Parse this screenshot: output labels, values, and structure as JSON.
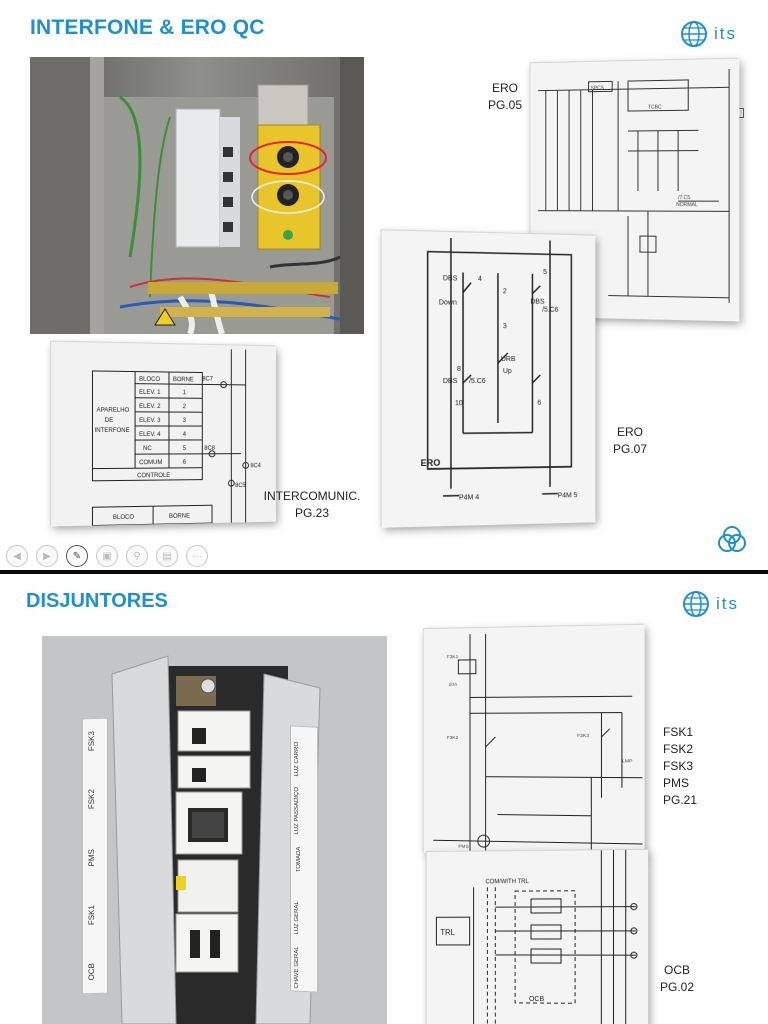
{
  "slide1": {
    "title": "INTERFONE & ERO  QC",
    "logo_text": "its",
    "captions": {
      "ero_pg05_line1": "ERO",
      "ero_pg05_line2": "PG.05",
      "ero_pg07_line1": "ERO",
      "ero_pg07_line2": "PG.07",
      "intercom_line1": "INTERCOMUNIC.",
      "intercom_line2": "PG.23"
    },
    "intercom_table": {
      "headers": [
        "BLOCO",
        "BORNE"
      ],
      "left_label": [
        "APARELHO",
        "DE",
        "INTERFONE"
      ],
      "rows": [
        [
          "ELEV. 1",
          "1"
        ],
        [
          "ELEV. 2",
          "2"
        ],
        [
          "ELEV. 3",
          "3"
        ],
        [
          "ELEV. 4",
          "4"
        ],
        [
          "NC",
          "5"
        ],
        [
          "COMUM",
          "6"
        ]
      ],
      "bottom_label": "CONTROLE",
      "terminals": [
        "8C7",
        "8C8",
        "8C4",
        "8C5"
      ],
      "footer": [
        "BLOCO",
        "BORNE"
      ]
    },
    "ero07_labels": {
      "dbs_top": "DBS",
      "down": "Down",
      "dbs_right": "DBS",
      "ref_top": "/5.C6",
      "urb": "URB",
      "up": "Up",
      "dbs_mid": "DBS",
      "ref_mid": "/5.C6",
      "ero": "ERO",
      "pin4": "P4M 4",
      "pin5": "P4M 5",
      "n5": "5",
      "n2": "2",
      "n3": "3",
      "n4": "4",
      "n8": "8",
      "n10": "10",
      "n6": "6"
    },
    "toolbar": [
      "prev",
      "play",
      "pen",
      "slides",
      "zoom",
      "subtitle",
      "more"
    ]
  },
  "slide2": {
    "title": "DISJUNTORES",
    "logo_text": "its",
    "captions": {
      "fsk_lines": [
        "FSK1",
        "FSK2",
        "FSK3",
        "PMS",
        "PG.21"
      ],
      "ocb_lines": [
        "OCB",
        "PG.02"
      ]
    },
    "breaker_labels_left": [
      "FSK3",
      "FSK2",
      "PMS",
      "FSK1",
      "OCB"
    ],
    "breaker_labels_right": [
      "LUZ CARRO",
      "LUZ PASSADIÇO",
      "TOMADA",
      "LUZ GERAL",
      "CHAVE GERAL"
    ],
    "ocb_diagram_labels": {
      "trl": "TRL",
      "comwith": "COM/WITH TRL",
      "ocb": "OCB"
    }
  }
}
